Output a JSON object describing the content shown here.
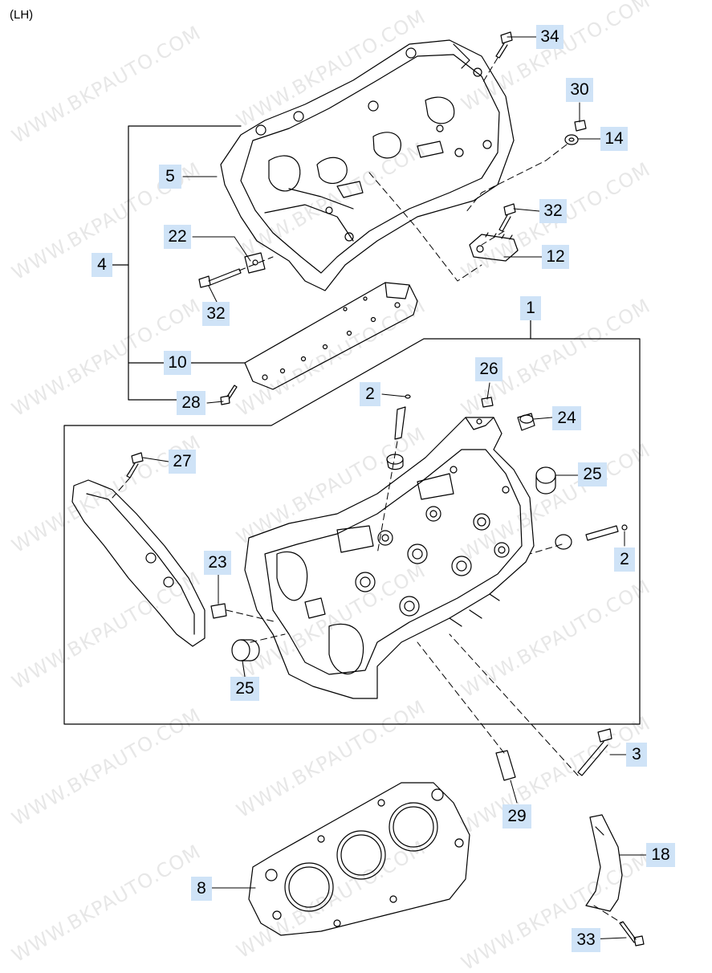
{
  "side_label": "(LH)",
  "watermark": "WWW.BKPAUTO.COM",
  "callouts": [
    {
      "id": "c34",
      "label": "34"
    },
    {
      "id": "c30",
      "label": "30"
    },
    {
      "id": "c14",
      "label": "14"
    },
    {
      "id": "c5",
      "label": "5"
    },
    {
      "id": "c32a",
      "label": "32"
    },
    {
      "id": "c22",
      "label": "22"
    },
    {
      "id": "c12",
      "label": "12"
    },
    {
      "id": "c4",
      "label": "4"
    },
    {
      "id": "c32b",
      "label": "32"
    },
    {
      "id": "c1",
      "label": "1"
    },
    {
      "id": "c10",
      "label": "10"
    },
    {
      "id": "c26",
      "label": "26"
    },
    {
      "id": "c2a",
      "label": "2"
    },
    {
      "id": "c28",
      "label": "28"
    },
    {
      "id": "c24",
      "label": "24"
    },
    {
      "id": "c27",
      "label": "27"
    },
    {
      "id": "c25a",
      "label": "25"
    },
    {
      "id": "c2b",
      "label": "2"
    },
    {
      "id": "c23",
      "label": "23"
    },
    {
      "id": "c25b",
      "label": "25"
    },
    {
      "id": "c3",
      "label": "3"
    },
    {
      "id": "c29",
      "label": "29"
    },
    {
      "id": "c18",
      "label": "18"
    },
    {
      "id": "c8",
      "label": "8"
    },
    {
      "id": "c33",
      "label": "33"
    }
  ]
}
